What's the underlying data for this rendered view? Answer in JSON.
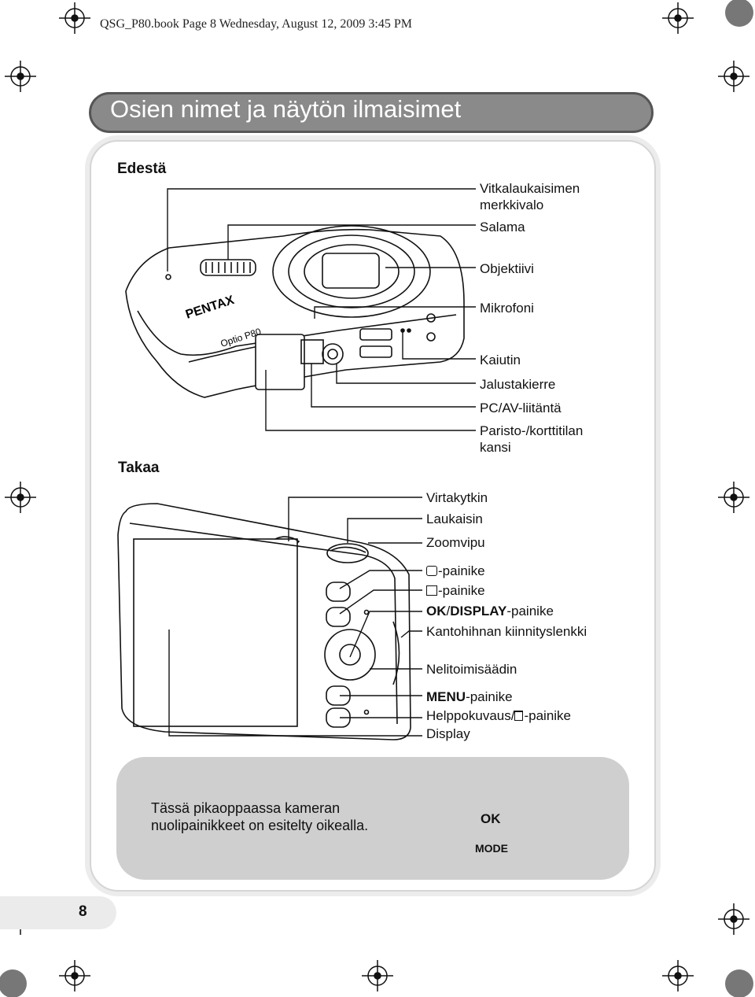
{
  "header": {
    "file_line": "QSG_P80.book  Page 8  Wednesday, August 12, 2009  3:45 PM"
  },
  "title": "Osien nimet ja näytön ilmaisimet",
  "front": {
    "heading": "Edestä",
    "callouts": [
      "Vitkalaukaisimen\nmerkkivalo",
      "Salama",
      "Objektiivi",
      "Mikrofoni",
      "Kaiutin",
      "Jalustakierre",
      "PC/AV-liitäntä",
      "Paristo-/korttitilan\nkansi"
    ],
    "brand_text": "PENTAX",
    "model_text": "Optio P80"
  },
  "back": {
    "heading": "Takaa",
    "callouts": {
      "power": "Virtakytkin",
      "shutter": "Laukaisin",
      "zoom": "Zoomvipu",
      "face": "-painike",
      "playback": "-painike",
      "ok_prefix": "OK",
      "ok_slash": "/",
      "ok_display": "DISPLAY",
      "ok_suffix": "-painike",
      "strap": "Kantohihnan kiinnityslenkki",
      "four_way": "Nelitoimisäädin",
      "menu_prefix": "MENU",
      "menu_suffix": "-painike",
      "green_prefix": "Helppokuvaus/",
      "green_suffix": "-painike",
      "display": "Display"
    }
  },
  "note": {
    "text": "Tässä pikaoppaassa kameran\nnuolipainikkeet on esitelty oikealla.",
    "dial_center": "OK",
    "dial_bottom": "MODE"
  },
  "page_number": "8"
}
